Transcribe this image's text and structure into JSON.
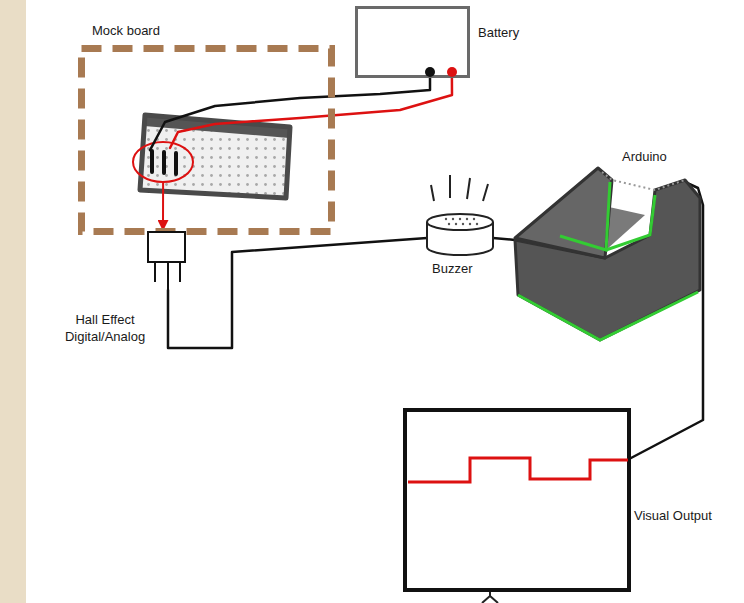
{
  "diagram": {
    "nodes": [
      {
        "text": [
          "Mock board"
        ]
      },
      {
        "text": [
          "Battery"
        ]
      },
      {
        "text": [
          "Arduino"
        ]
      },
      {
        "text": [
          "Hall Effect Digital/Analog"
        ]
      },
      {
        "text": [
          "Buzzer"
        ]
      },
      {
        "text": [
          "Visual Output"
        ]
      }
    ],
    "edges": [
      {
        "from": 1,
        "to": 0,
        "arrow": "none"
      },
      {
        "from": 1,
        "to": 0,
        "arrow": "none"
      },
      {
        "from": 0,
        "to": 3,
        "arrow": "to"
      },
      {
        "from": 3,
        "to": 4,
        "arrow": "none"
      },
      {
        "from": 4,
        "to": 2,
        "arrow": "none"
      },
      {
        "from": 2,
        "to": 5,
        "arrow": "none"
      }
    ]
  }
}
